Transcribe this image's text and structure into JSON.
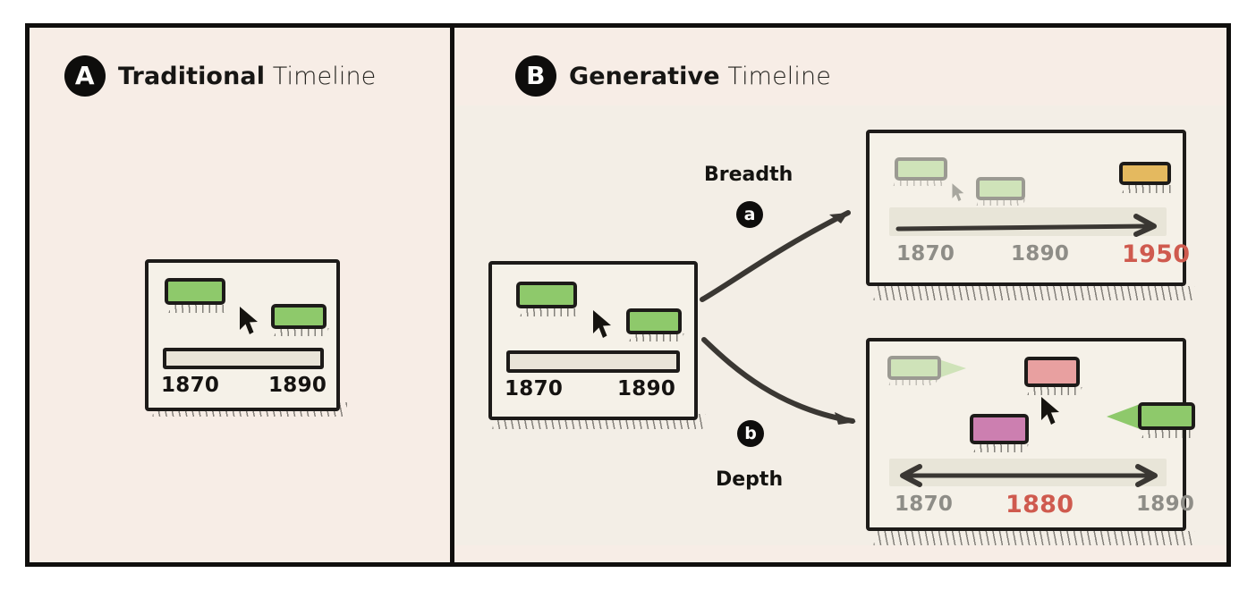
{
  "figure": {
    "background": "#ffffff",
    "panel_background": "#f7ede6",
    "frame_color": "#100f0d"
  },
  "panels": [
    {
      "id": "A",
      "badge": "A",
      "title_bold": "Traditional",
      "title_thin": "Timeline",
      "card": {
        "name": "traditional-timeline-card",
        "chips": [
          {
            "label": "",
            "color": "#8ec96b",
            "style": "dark"
          },
          {
            "label": "",
            "color": "#8ec96b",
            "style": "dark"
          }
        ],
        "bar": {
          "fill": "#e9e4d8"
        },
        "years": [
          {
            "value": "1870",
            "tone": "dark"
          },
          {
            "value": "1890",
            "tone": "dark"
          }
        ],
        "cursor": "pointer-cursor"
      }
    },
    {
      "id": "B",
      "badge": "B",
      "title_bold": "Generative",
      "title_thin": "Timeline",
      "source_card": {
        "name": "source-timeline-card",
        "chips": [
          {
            "label": "",
            "color": "#8ec96b",
            "style": "dark"
          },
          {
            "label": "",
            "color": "#8ec96b",
            "style": "dark"
          }
        ],
        "years": [
          {
            "value": "1870",
            "tone": "dark"
          },
          {
            "value": "1890",
            "tone": "dark"
          }
        ],
        "cursor": "pointer-cursor"
      },
      "flows": [
        {
          "badge": "a",
          "label": "Breadth",
          "direction": "up-right",
          "target": "breadth-card"
        },
        {
          "badge": "b",
          "label": "Depth",
          "direction": "down-right",
          "target": "depth-card"
        }
      ],
      "breadth_card": {
        "name": "breadth-timeline-card",
        "chips": [
          {
            "color": "#cfe3b9",
            "style": "faded",
            "role": "existing-event"
          },
          {
            "color": "#cfe3b9",
            "style": "faded",
            "role": "existing-event"
          },
          {
            "color": "#e4b95f",
            "style": "dark",
            "role": "new-event"
          }
        ],
        "arrow": "right-arrow",
        "years": [
          {
            "value": "1870",
            "tone": "gray"
          },
          {
            "value": "1890",
            "tone": "gray"
          },
          {
            "value": "1950",
            "tone": "red"
          }
        ],
        "cursor": "pointer-cursor-faded"
      },
      "depth_card": {
        "name": "depth-timeline-card",
        "chips": [
          {
            "color": "#cfe3b9",
            "style": "faded",
            "role": "outgoing-event-left"
          },
          {
            "color": "#e8a0a0",
            "style": "dark",
            "role": "new-event-top"
          },
          {
            "color": "#cc7fb0",
            "style": "dark",
            "role": "new-event-bottom"
          },
          {
            "color": "#8ec96b",
            "style": "dark",
            "role": "incoming-event-right"
          }
        ],
        "arrow": "double-arrow",
        "years": [
          {
            "value": "1870",
            "tone": "gray"
          },
          {
            "value": "1880",
            "tone": "red"
          },
          {
            "value": "1890",
            "tone": "gray"
          }
        ],
        "cursor": "pointer-cursor"
      }
    }
  ],
  "palette": {
    "green": "#8ec96b",
    "green_faded": "#cfe3b9",
    "amber": "#e4b95f",
    "salmon": "#e8a0a0",
    "magenta": "#cc7fb0",
    "red_text": "#cf5a4e",
    "gray_text": "#8e8d87",
    "ink": "#1d1b19",
    "cream": "#f7ede6"
  }
}
